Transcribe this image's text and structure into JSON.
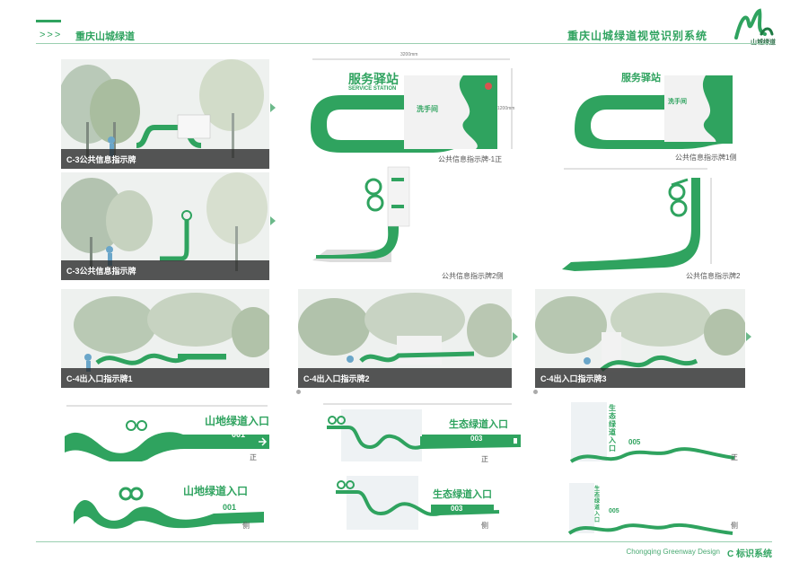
{
  "header": {
    "left_title": "重庆山城绿道",
    "right_title": "重庆山城绿道视觉识别系统",
    "arrows": ">>>",
    "logo_text": "山城绿道"
  },
  "footer": {
    "english": "Chongqing Greenway Design",
    "section": "C 标识系统"
  },
  "rows": [
    {
      "caption": "C-3公共信息指示牌"
    },
    {
      "caption": "C-3公共信息指示牌"
    }
  ],
  "photos_row3": [
    {
      "caption": "C-4出入口指示牌1"
    },
    {
      "caption": "C-4出入口指示牌2"
    },
    {
      "caption": "C-4出入口指示牌3"
    }
  ],
  "labels": {
    "front_1": "公共信息指示牌-1正",
    "side_1": "公共信息指示牌1侧",
    "side_2": "公共信息指示牌2侧",
    "sign_2": "公共信息指示牌2",
    "front": "正",
    "side": "侧"
  },
  "sign": {
    "service_cn": "服务驿站",
    "service_en": "SERVICE STATION",
    "toilet": "洗手间",
    "mountain_entry": "山地绿道入口",
    "eco_entry": "生态绿道入口",
    "num_001": "001",
    "num_003": "003",
    "num_005": "005",
    "vertical_entry": "生态绿道入口",
    "dim_3200": "3200mm",
    "dim_1200": "1200mm"
  },
  "colors": {
    "brand": "#2fa35f",
    "brand_dark": "#1f7a44"
  }
}
